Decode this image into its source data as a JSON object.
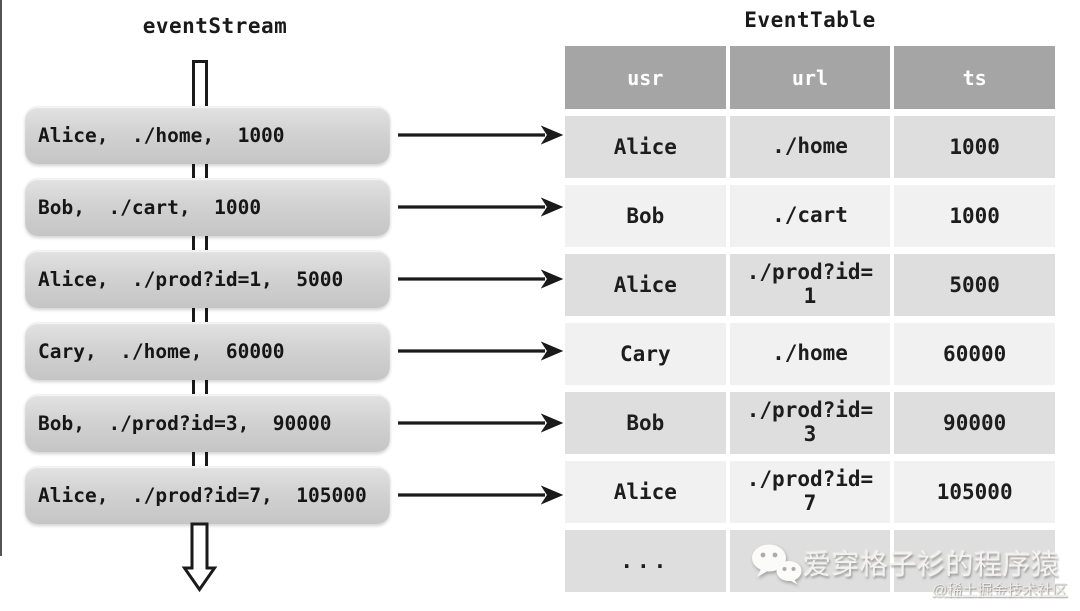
{
  "stream": {
    "title": "eventStream",
    "events": [
      "Alice,  ./home,  1000",
      "Bob,  ./cart,  1000",
      "Alice,  ./prod?id=1,  5000",
      "Cary,  ./home,  60000",
      "Bob,  ./prod?id=3,  90000",
      "Alice,  ./prod?id=7,  105000"
    ]
  },
  "table": {
    "title": "EventTable",
    "columns": [
      "usr",
      "url",
      "ts"
    ],
    "rows": [
      [
        "Alice",
        "./home",
        "1000"
      ],
      [
        "Bob",
        "./cart",
        "1000"
      ],
      [
        "Alice",
        "./prod?id=1",
        "5000"
      ],
      [
        "Cary",
        "./home",
        "60000"
      ],
      [
        "Bob",
        "./prod?id=3",
        "90000"
      ],
      [
        "Alice",
        "./prod?id=7",
        "105000"
      ],
      [
        "...",
        "",
        ""
      ]
    ]
  },
  "watermark": {
    "icon": "wechat-icon",
    "main": "爱穿格子衫的程序猿",
    "sub": "@稀土掘金技术社区"
  },
  "colors": {
    "header_bg": "#a5a5a5",
    "row_dark": "#dedede",
    "row_light": "#f1f1f1",
    "box_gradient_top": "#e2e2e2",
    "box_gradient_bottom": "#c5c5c5",
    "arrow": "#1a1a1a",
    "background": "#ffffff"
  }
}
